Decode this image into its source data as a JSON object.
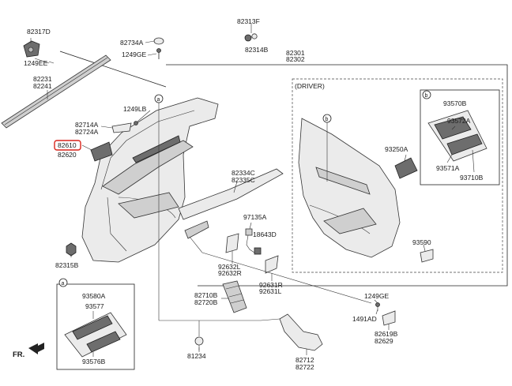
{
  "labels": {
    "p82317D": "82317D",
    "p1249EE": "1249EE",
    "p82231": "82231",
    "p82241": "82241",
    "p82734A": "82734A",
    "p1249GE_top": "1249GE",
    "p82313F": "82313F",
    "p82314B": "82314B",
    "p82301": "82301",
    "p82302": "82302",
    "p1249LB": "1249LB",
    "p82714A": "82714A",
    "p82724A": "82724A",
    "p82610": "82610",
    "p82620": "82620",
    "p82334C": "82334C",
    "p82335C": "82335C",
    "p97135A": "97135A",
    "p18643D": "18643D",
    "p82315B": "82315B",
    "p92632L": "92632L",
    "p92632R": "92632R",
    "p92631R": "92631R",
    "p92631L": "92631L",
    "p82710B": "82710B",
    "p82720B": "82720B",
    "p1249GE_bottom": "1249GE",
    "p1491AD": "1491AD",
    "p82619B": "82619B",
    "p82629": "82629",
    "p81234": "81234",
    "p82712": "82712",
    "p82722": "82722",
    "driver": "(DRIVER)",
    "p93250A": "93250A",
    "p93590": "93590",
    "p93570B": "93570B",
    "p93572A": "93572A",
    "p93571A": "93571A",
    "p93710B": "93710B",
    "p93580A": "93580A",
    "p93577": "93577",
    "p93576B": "93576B",
    "callout_a": "a",
    "callout_b": "b",
    "fr": "FR."
  },
  "highlight_color": "#d9241b"
}
